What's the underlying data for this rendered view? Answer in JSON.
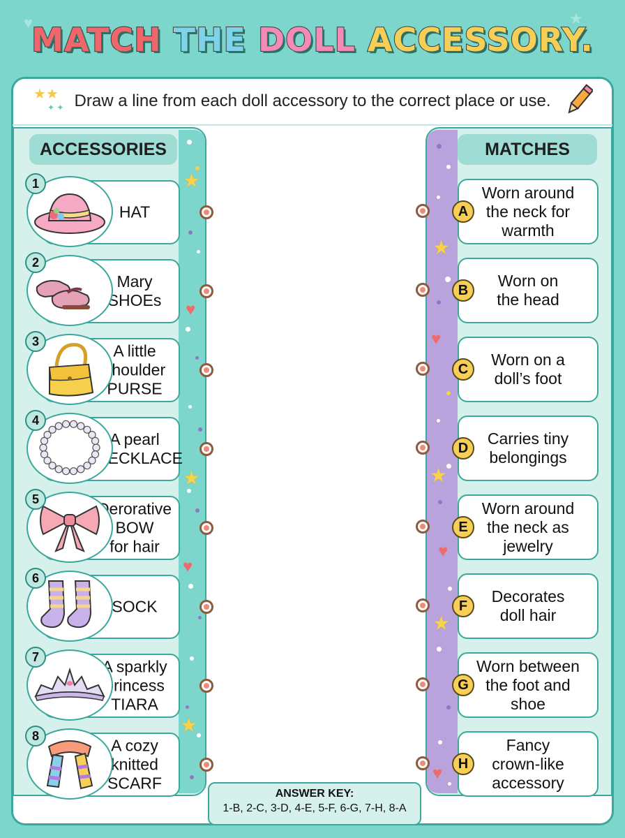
{
  "title": {
    "words": [
      {
        "text": "MATCH",
        "color": "#f0676b"
      },
      {
        "text": "THE",
        "color": "#7fd3e8"
      },
      {
        "text": "DOLL",
        "color": "#f58ab6"
      },
      {
        "text": "ACCESSORY.",
        "color": "#f7cf57"
      }
    ]
  },
  "instruction": "Draw a line from each doll accessory to the correct place or use.",
  "accessories_heading": "ACCESSORIES",
  "matches_heading": "MATCHES",
  "accessories": [
    {
      "num": "1",
      "lines": [
        "HAT"
      ],
      "icon": "hat-icon"
    },
    {
      "num": "2",
      "lines": [
        "Mary",
        "SHOEs"
      ],
      "icon": "shoes-icon"
    },
    {
      "num": "3",
      "lines": [
        "A little",
        "shoulder",
        "PURSE"
      ],
      "icon": "purse-icon"
    },
    {
      "num": "4",
      "lines": [
        "A pearl",
        "NECKLACE"
      ],
      "icon": "necklace-icon"
    },
    {
      "num": "5",
      "lines": [
        "Derorative",
        "BOW",
        "for hair"
      ],
      "icon": "bow-icon"
    },
    {
      "num": "6",
      "lines": [
        "SOCK"
      ],
      "icon": "socks-icon"
    },
    {
      "num": "7",
      "lines": [
        "A sparkly",
        "princess",
        "TIARA"
      ],
      "icon": "tiara-icon"
    },
    {
      "num": "8",
      "lines": [
        "A cozy",
        "knitted",
        "SCARF"
      ],
      "icon": "scarf-icon"
    }
  ],
  "matches": [
    {
      "letter": "A",
      "lines": [
        "Worn around",
        "the neck for",
        "warmth"
      ]
    },
    {
      "letter": "B",
      "lines": [
        "Worn on",
        "the head"
      ]
    },
    {
      "letter": "C",
      "lines": [
        "Worn on a",
        "doll’s foot"
      ]
    },
    {
      "letter": "D",
      "lines": [
        "Carries tiny",
        "belongings"
      ]
    },
    {
      "letter": "E",
      "lines": [
        "Worn around",
        "the neck as",
        "jewelry"
      ]
    },
    {
      "letter": "F",
      "lines": [
        "Decorates",
        "doll hair"
      ]
    },
    {
      "letter": "G",
      "lines": [
        "Worn between",
        "the foot and",
        "shoe"
      ]
    },
    {
      "letter": "H",
      "lines": [
        "Fancy",
        "crown-like",
        "accessory"
      ]
    }
  ],
  "answer_key": {
    "label": "ANSWER KEY:",
    "text": "1-B, 2-C, 3-D, 4-E, 5-F, 6-G, 7-H, 8-A"
  }
}
